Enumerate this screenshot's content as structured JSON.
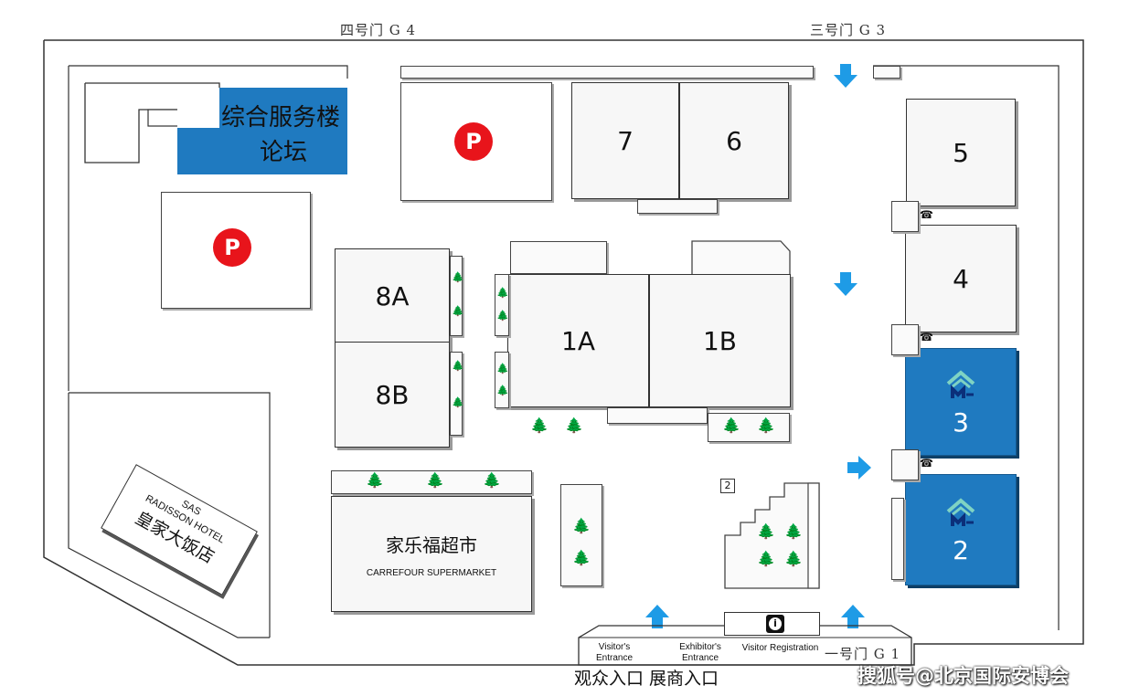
{
  "gates": {
    "g4": "四号门 G 4",
    "g3": "三号门 G 3",
    "g1": "一号门 G 1"
  },
  "forum": {
    "line1": "综合服务楼",
    "line2": "论坛"
  },
  "parking_label": "P",
  "halls": {
    "h7": "7",
    "h6": "6",
    "h5": "5",
    "h4": "4",
    "h3": "3",
    "h2": "2",
    "h8a": "8A",
    "h8b": "8B",
    "h1a": "1A",
    "h1b": "1B"
  },
  "carrefour": {
    "cn": "家乐福超市",
    "en": "CARREFOUR SUPERMARKET"
  },
  "hotel": {
    "line1": "SAS",
    "line2": "RADISSON HOTEL",
    "line3": "皇家大饭店"
  },
  "small_marker": "2",
  "info_icon_label": "i",
  "entrances": {
    "visitor": "Visitor's Entrance",
    "exhibitor": "Exhibitor's Entrance",
    "registration": "Visitor Registration",
    "cn": "观众入口 展商入口"
  },
  "watermark": "搜狐号@北京国际安博会",
  "colors": {
    "hall_blue": "#1f7ac0",
    "arrow_blue": "#1e9be6",
    "parking_red": "#e8141b"
  },
  "icons": {
    "arrow": "arrow-icon",
    "tree": "tree-icon",
    "parking": "parking-icon",
    "info": "info-icon",
    "phone": "phone-icon",
    "logo": "expo-logo-icon"
  }
}
